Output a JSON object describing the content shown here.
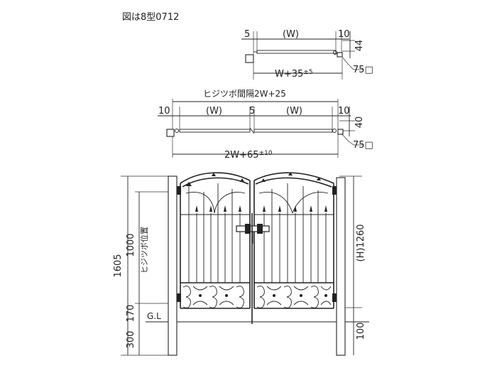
{
  "title": "図は8型0712",
  "top_plan": {
    "left_gap": "5",
    "width": "(W)",
    "right_gap": "10",
    "depth": "44",
    "total_prefix": "W+35",
    "total_tol": "±5",
    "post_size": "75□"
  },
  "mid_plan": {
    "pitch_label": "ヒジツボ間隔2W+25",
    "left_gap": "10",
    "width_left": "(W)",
    "center_gap": "5",
    "width_right": "(W)",
    "right_gap": "10",
    "depth": "40",
    "total_prefix": "2W+65",
    "total_tol": "±10",
    "post_size": "75□"
  },
  "elevation": {
    "post_height": "1605",
    "hinge_height": "1000",
    "hinge_label": "ヒジツボ位置",
    "gap_bottom": "170",
    "gl": "G.L",
    "embed": "300",
    "gate_height": "(H)1260",
    "bottom_clear": "100"
  },
  "colors": {
    "line": "#222222",
    "fill": "#ffffff"
  }
}
